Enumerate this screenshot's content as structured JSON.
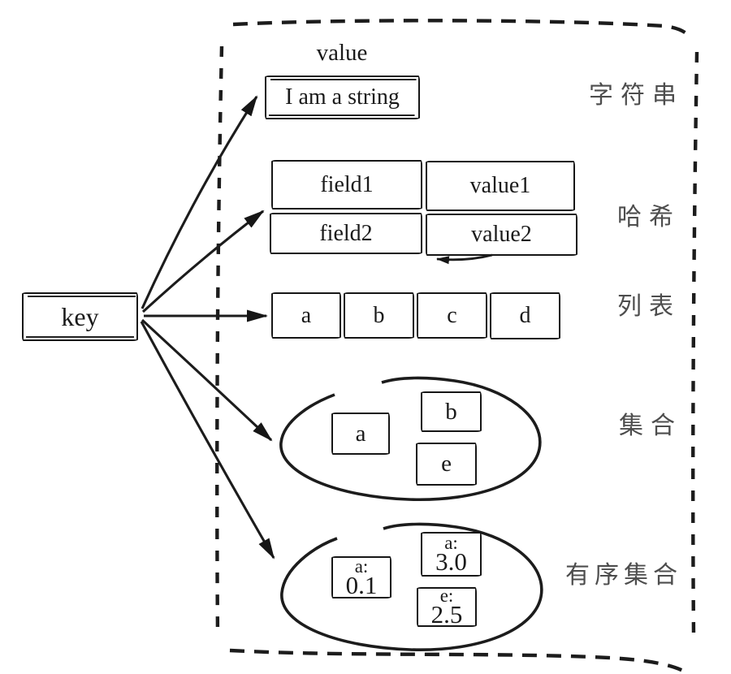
{
  "diagram": {
    "key_label": "key",
    "value_label": "value",
    "types": {
      "string": {
        "label": "字符串",
        "value": "I am a string"
      },
      "hash": {
        "label": "哈希",
        "rows": [
          [
            "field1",
            "value1"
          ],
          [
            "field2",
            "value2"
          ]
        ]
      },
      "list": {
        "label": "列表",
        "items": [
          "a",
          "b",
          "c",
          "d"
        ]
      },
      "set": {
        "label": "集合",
        "items": [
          "a",
          "b",
          "e"
        ]
      },
      "zset": {
        "label": "有序集合",
        "items": [
          [
            "a:",
            "0.1"
          ],
          [
            "a:",
            "3.0"
          ],
          [
            "e:",
            "2.5"
          ]
        ]
      }
    },
    "colors": {
      "ink": "#161616",
      "label_ink": "#4d4d4d"
    }
  }
}
